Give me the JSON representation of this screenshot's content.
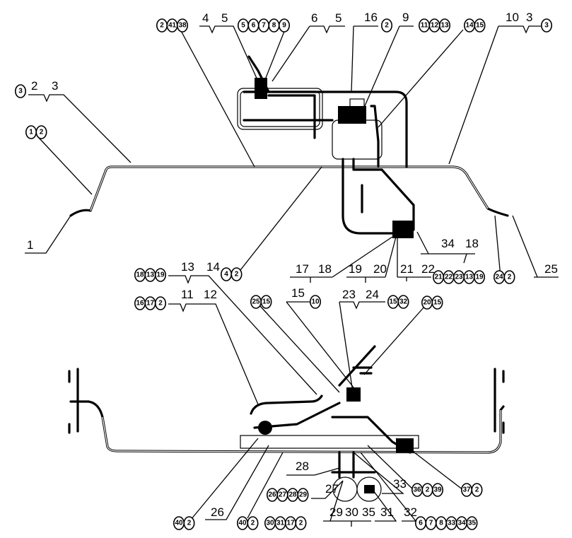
{
  "title": "Brake piping layout diagram",
  "plain_labels": [
    "4",
    "5",
    "6",
    "5",
    "16",
    "9",
    "10",
    "3",
    "2",
    "3",
    "1",
    "34",
    "18",
    "25",
    "13",
    "14",
    "17",
    "18",
    "19",
    "20",
    "21",
    "22",
    "11",
    "12",
    "15",
    "23",
    "24",
    "28",
    "27",
    "33",
    "26",
    "29",
    "30",
    "35",
    "31",
    "32"
  ],
  "circled_groups": [
    [
      "2",
      "41",
      "38"
    ],
    [
      "5",
      "6",
      "7",
      "8",
      "9"
    ],
    [
      "2"
    ],
    [
      "11",
      "12",
      "13"
    ],
    [
      "14",
      "15"
    ],
    [
      "3"
    ],
    [
      "3"
    ],
    [
      "1",
      "2"
    ],
    [
      "4",
      "2"
    ],
    [
      "21",
      "22",
      "23",
      "13",
      "19"
    ],
    [
      "24",
      "2"
    ],
    [
      "18",
      "13",
      "19"
    ],
    [
      "16",
      "17",
      "2"
    ],
    [
      "25",
      "15"
    ],
    [
      "10"
    ],
    [
      "15",
      "32"
    ],
    [
      "20",
      "15"
    ],
    [
      "26",
      "27",
      "28",
      "29"
    ],
    [
      "36",
      "2",
      "39"
    ],
    [
      "37",
      "2"
    ],
    [
      "40",
      "2"
    ],
    [
      "40",
      "2"
    ],
    [
      "30",
      "31",
      "17",
      "2"
    ],
    [
      "6",
      "7",
      "8",
      "33",
      "34",
      "35"
    ]
  ]
}
